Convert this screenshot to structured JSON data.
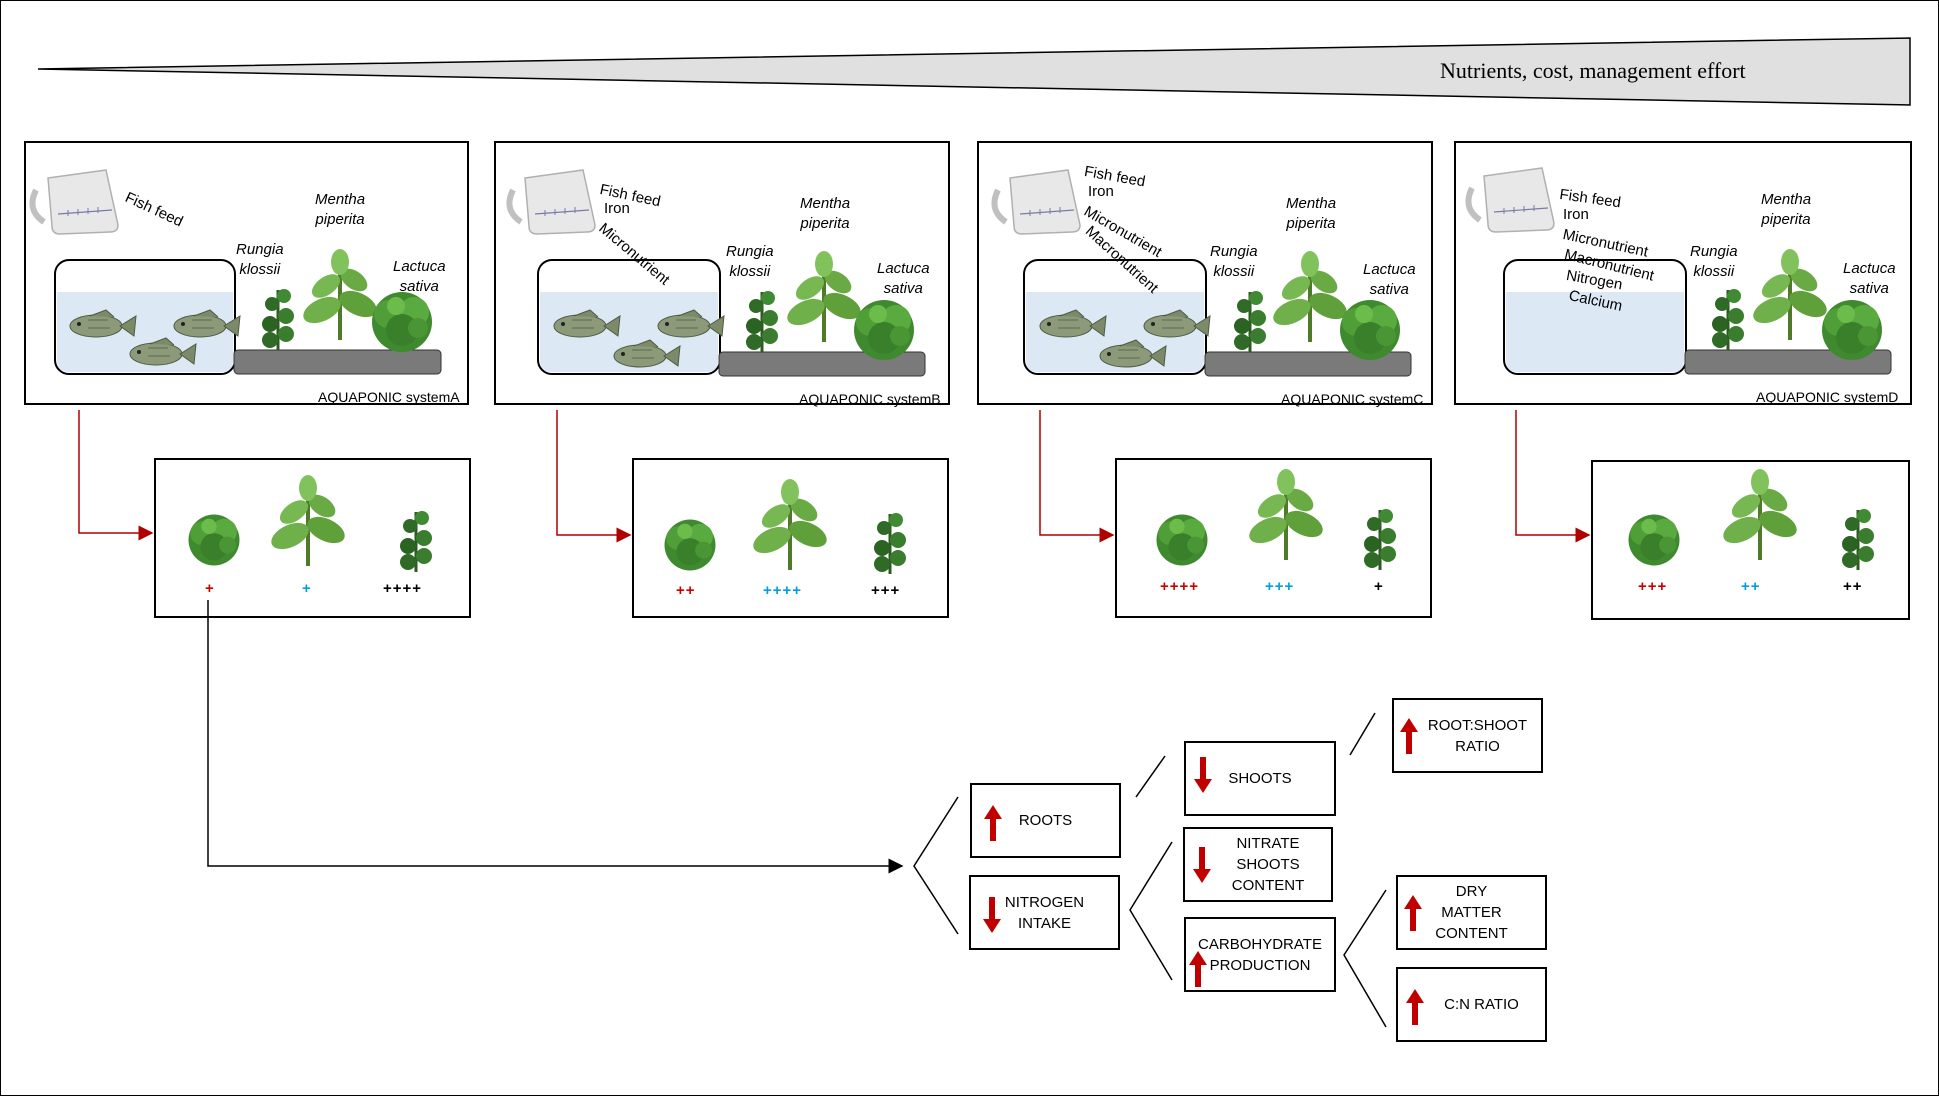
{
  "title": "Nutrients, cost, management effort",
  "systems": [
    {
      "label": "AQUAPONIC systemA",
      "nutrients": [
        "Fish feed"
      ],
      "fish": true,
      "species": {
        "rungia": "Rungia\nklossii",
        "mentha": "Mentha\npiperita",
        "lactuca": "Lactuca\nsativa"
      },
      "scores": {
        "lettuce": "+",
        "mint": "+",
        "rungia": "++++"
      }
    },
    {
      "label": "AQUAPONIC systemB",
      "nutrients": [
        "Fish feed",
        "Iron",
        "Micronutrient"
      ],
      "fish": true,
      "species": {
        "rungia": "Rungia\nklossii",
        "mentha": "Mentha\npiperita",
        "lactuca": "Lactuca\nsativa"
      },
      "scores": {
        "lettuce": "++",
        "mint": "++++",
        "rungia": "+++"
      }
    },
    {
      "label": "AQUAPONIC systemC",
      "nutrients": [
        "Fish feed",
        "Iron",
        "Micronutrient",
        "Macronutrient"
      ],
      "fish": true,
      "species": {
        "rungia": "Rungia\nklossii",
        "mentha": "Mentha\npiperita",
        "lactuca": "Lactuca\nsativa"
      },
      "scores": {
        "lettuce": "++++",
        "mint": "+++",
        "rungia": "+"
      }
    },
    {
      "label": "AQUAPONIC systemD",
      "nutrients": [
        "Fish feed",
        "Iron",
        "Micronutrient",
        "Macronutrient",
        "Nitrogen",
        "Calcium"
      ],
      "fish": false,
      "species": {
        "rungia": "Rungia\nklossii",
        "mentha": "Mentha\npiperita",
        "lactuca": "Lactuca\nsativa"
      },
      "scores": {
        "lettuce": "+++",
        "mint": "++",
        "rungia": "++"
      }
    }
  ],
  "colors": {
    "lettuce_score": "#cc0000",
    "mint_score": "#00a0e0",
    "rungia_score": "#000000",
    "connector": "#b00000",
    "up_arrow": "#c00000",
    "down_arrow": "#c00000",
    "water": "#dce9f5",
    "tray": "#7a7a7a",
    "wedge": "#e0e0e0"
  },
  "effects": {
    "roots": {
      "label": "ROOTS",
      "direction": "up"
    },
    "nitrogen_intake": {
      "label": "NITROGEN\nINTAKE",
      "direction": "down"
    },
    "shoots": {
      "label": "SHOOTS",
      "direction": "down"
    },
    "nitrate": {
      "label": "NITRATE\nSHOOTS\nCONTENT",
      "direction": "down"
    },
    "carbohydrate": {
      "label": "CARBOHYDRATE\nPRODUCTION",
      "direction": "up"
    },
    "root_shoot": {
      "label": "ROOT:SHOOT\nRATIO",
      "direction": "up"
    },
    "dry_matter": {
      "label": "DRY\nMATTER\nCONTENT",
      "direction": "up"
    },
    "cn_ratio": {
      "label": "C:N RATIO",
      "direction": "up"
    }
  }
}
